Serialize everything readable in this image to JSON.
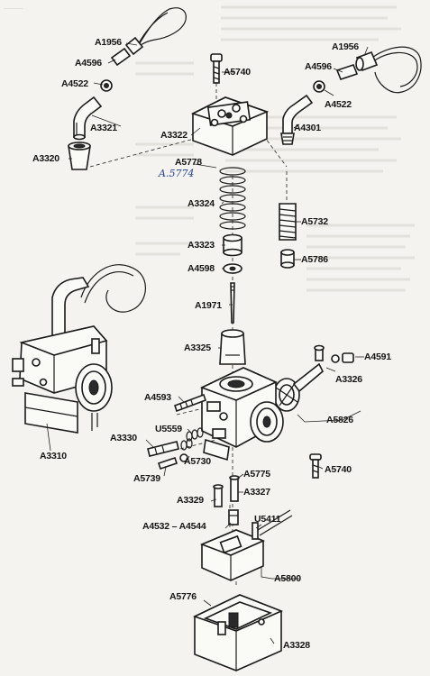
{
  "labels": {
    "a1956_left": "A1956",
    "a4596_left": "A4596",
    "a4522_left": "A4522",
    "a3321": "A3321",
    "a3320": "A3320",
    "a5740_top": "A5740",
    "a3322": "A3322",
    "a5778": "A5778",
    "a1956_right": "A1956",
    "a4596_right": "A4596",
    "a4522_right": "A4522",
    "a4301": "A4301",
    "a3324": "A3324",
    "a5732": "A5732",
    "a3323": "A3323",
    "a5786": "A5786",
    "a4598": "A4598",
    "a1971": "A1971",
    "a3325": "A3325",
    "a4591": "A4591",
    "a3326": "A3326",
    "a4593": "A4593",
    "a5826": "A5826",
    "u5559": "U5559",
    "a3330": "A3330",
    "a5730": "A5730",
    "a3310": "A3310",
    "a5739": "A5739",
    "a5775": "A5775",
    "a5740_bottom": "A5740",
    "a3329": "A3329",
    "a3327": "A3327",
    "a4532_a4544": "A4532 – A4544",
    "u5411": "U5411",
    "a5800": "A5800",
    "a5776": "A5776",
    "a3328": "A3328"
  },
  "annotation": "A.5774"
}
